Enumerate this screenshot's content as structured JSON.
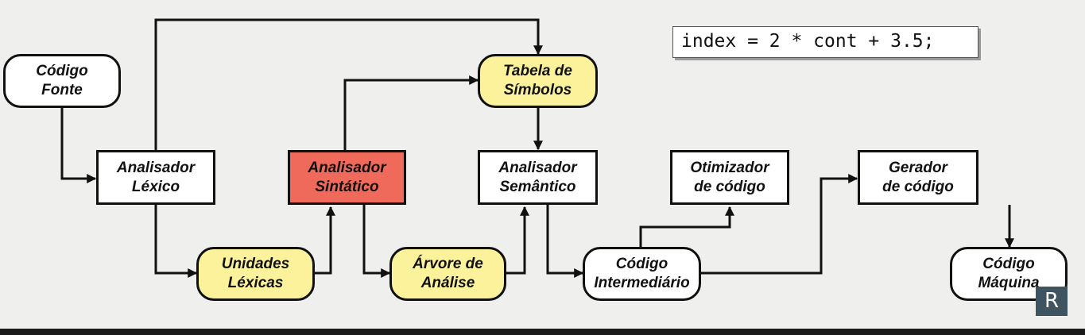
{
  "code_snippet": "index = 2 * cont + 3.5;",
  "logo_letter": "R",
  "colors": {
    "highlight": "#ef6a5a",
    "data_fill": "#fbf29b",
    "box_fill": "#ffffff",
    "stroke": "#111111",
    "background": "#efefed"
  },
  "nodes": {
    "codigo_fonte": "Código\nFonte",
    "analisador_lexico": "Analisador\nLéxico",
    "unidades_lexicas": "Unidades\nLéxicas",
    "analisador_sintatico": "Analisador\nSintático",
    "arvore_analise": "Árvore de\nAnálise",
    "tabela_simbolos": "Tabela de\nSímbolos",
    "analisador_semantico": "Analisador\nSemântico",
    "codigo_intermediario": "Código\nIntermediário",
    "otimizador_codigo": "Otimizador\nde código",
    "gerador_codigo": "Gerador\nde código",
    "codigo_maquina": "Código\nMáquina"
  }
}
